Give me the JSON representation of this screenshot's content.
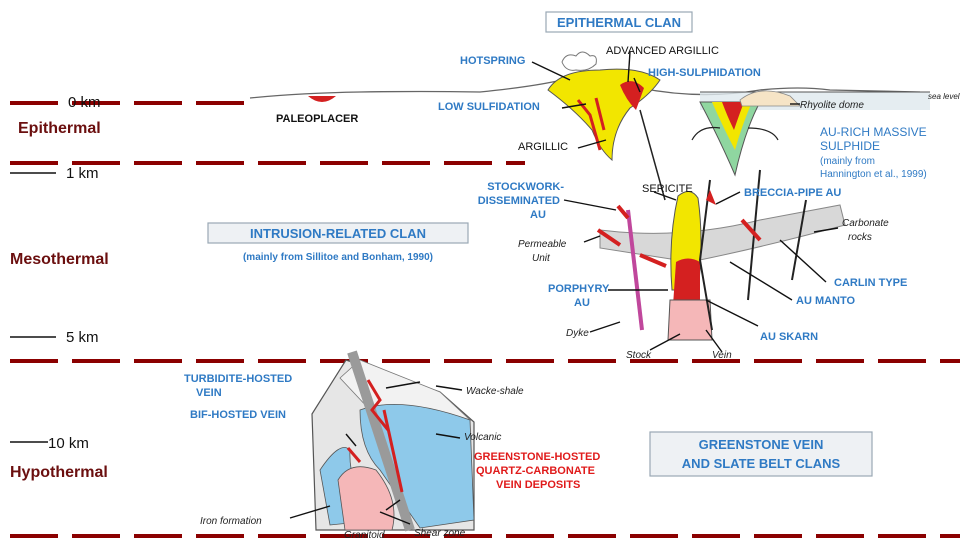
{
  "depths": {
    "d0": "0 km",
    "d1": "1 km",
    "d5": "5 km",
    "d10": "10 km"
  },
  "zones": {
    "epithermal": "Epithermal",
    "mesothermal": "Mesothermal",
    "hypothermal": "Hypothermal"
  },
  "clans": {
    "epithermal": "EPITHERMAL CLAN",
    "intrusion": "INTRUSION-RELATED CLAN",
    "intrusion_source": "(mainly from Sillitoe and Bonham, 1990)",
    "greenstone_1": "GREENSTONE VEIN",
    "greenstone_2": "AND SLATE BELT CLANS"
  },
  "labels": {
    "paleoplacer": "PALEOPLACER",
    "hotspring": "HOTSPRING",
    "advanced_argillic": "ADVANCED ARGILLIC",
    "high_sulphidation": "HIGH-SULPHIDATION",
    "low_sulfidation": "LOW SULFIDATION",
    "argillic": "ARGILLIC",
    "sericite": "SERICITE",
    "stockwork_1": "STOCKWORK-",
    "stockwork_2": "DISSEMINATED",
    "stockwork_3": "AU",
    "breccia_pipe": "BRECCIA-PIPE AU",
    "rhyolite_dome": "Rhyolite dome",
    "sea_level": "sea level",
    "au_massive_1": "AU-RICH MASSIVE",
    "au_massive_2": "SULPHIDE",
    "au_massive_3": "(mainly from",
    "au_massive_4": "Hannington et al., 1999)",
    "permeable": "Permeable",
    "unit": "Unit",
    "carbonate_1": "Carbonate",
    "carbonate_2": "rocks",
    "carlin": "CARLIN TYPE",
    "au_manto": "AU MANTO",
    "porphyry_1": "PORPHYRY",
    "porphyry_2": "AU",
    "au_skarn": "AU SKARN",
    "dyke": "Dyke",
    "stock": "Stock",
    "vein": "Vein",
    "turbidite_1": "TURBIDITE-HOSTED",
    "turbidite_2": "VEIN",
    "bif": "BIF-HOSTED VEIN",
    "wacke": "Wacke-shale",
    "volcanic": "Volcanic",
    "greenstone_hosted_1": "GREENSTONE-HOSTED",
    "greenstone_hosted_2": "QUARTZ-CARBONATE",
    "greenstone_hosted_3": "VEIN DEPOSITS",
    "iron_formation": "Iron formation",
    "granitoid": "Granitoid",
    "shear_zone": "Shear zone"
  },
  "colors": {
    "zone_dash": "#8b0000",
    "label_blue": "#2f7ac4",
    "yellow": "#f2e600",
    "red": "#d42020",
    "light_blue": "#8ec9ea",
    "pink": "#f5b7b8"
  }
}
